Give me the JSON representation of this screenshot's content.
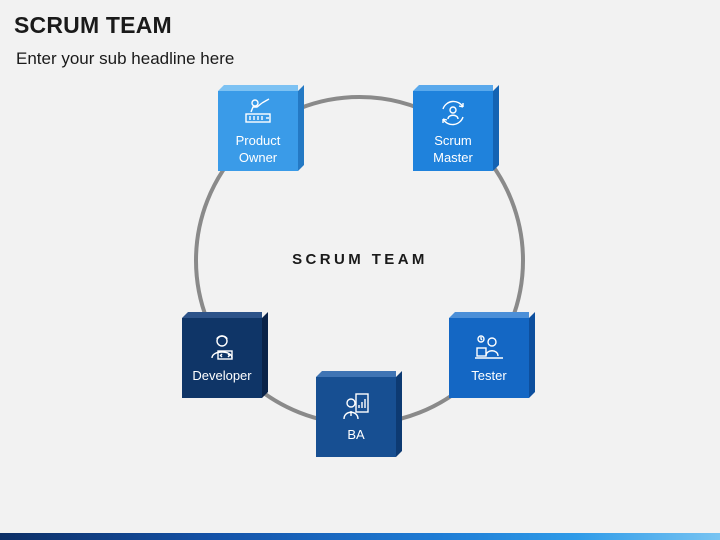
{
  "header": {
    "title": "SCRUM TEAM",
    "subtitle": "Enter your sub headline here"
  },
  "diagram": {
    "center_label": "SCRUM TEAM",
    "roles": [
      {
        "label": "Product\nOwner",
        "icon": "presenter-icon",
        "color": "#3a9be8"
      },
      {
        "label": "Scrum\nMaster",
        "icon": "cycle-person-icon",
        "color": "#1f82dc"
      },
      {
        "label": "Tester",
        "icon": "tester-icon",
        "color": "#1467c4"
      },
      {
        "label": "BA",
        "icon": "analyst-icon",
        "color": "#174f92"
      },
      {
        "label": "Developer",
        "icon": "developer-icon",
        "color": "#0f3567"
      }
    ]
  },
  "colors": {
    "ring": "#8a8a8a",
    "text": "#1a1a1a"
  }
}
